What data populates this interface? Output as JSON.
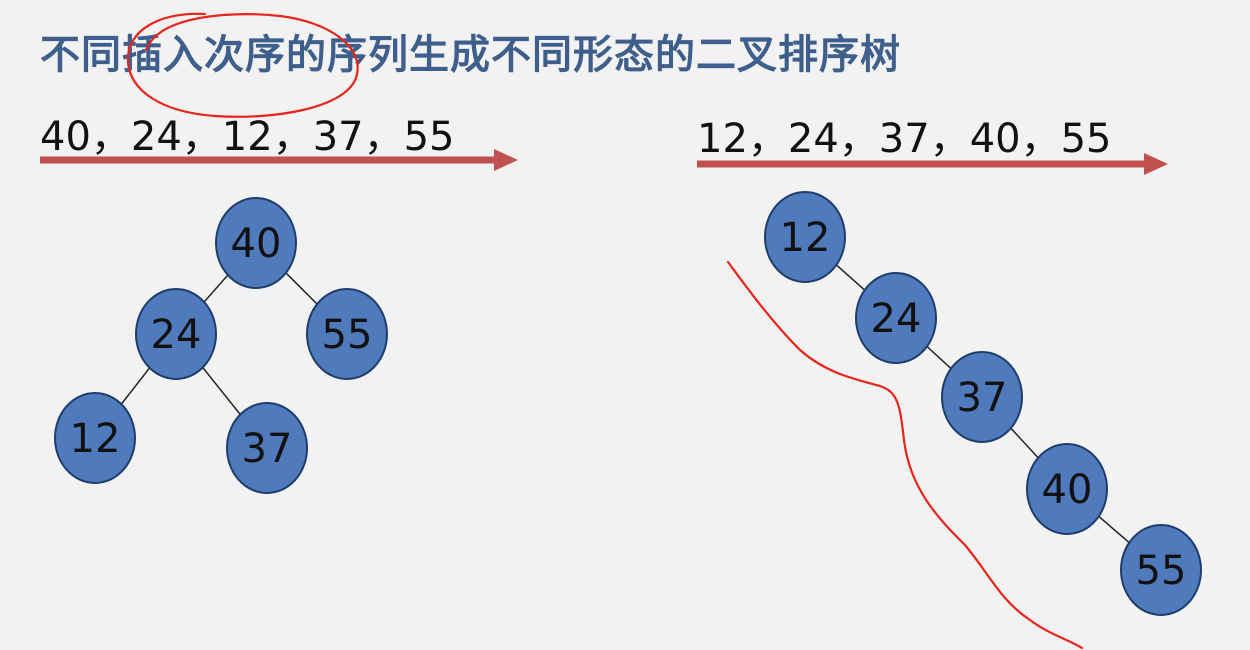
{
  "title": "不同插入次序的序列生成不同形态的二叉排序树",
  "left_sequence": "40，24，12，37，55",
  "right_sequence": "12，24，37，40，55",
  "left_tree": {
    "nodes": [
      "40",
      "24",
      "55",
      "12",
      "37"
    ],
    "edges": [
      [
        "40",
        "24"
      ],
      [
        "40",
        "55"
      ],
      [
        "24",
        "12"
      ],
      [
        "24",
        "37"
      ]
    ]
  },
  "right_tree": {
    "nodes": [
      "12",
      "24",
      "37",
      "40",
      "55"
    ],
    "edges": [
      [
        "12",
        "24"
      ],
      [
        "24",
        "37"
      ],
      [
        "37",
        "40"
      ],
      [
        "40",
        "55"
      ]
    ]
  },
  "colors": {
    "title": "#3e5e8c",
    "node_fill": "#4f7bbd",
    "arrow": "#c0504d",
    "annotation": "#e8241b"
  }
}
